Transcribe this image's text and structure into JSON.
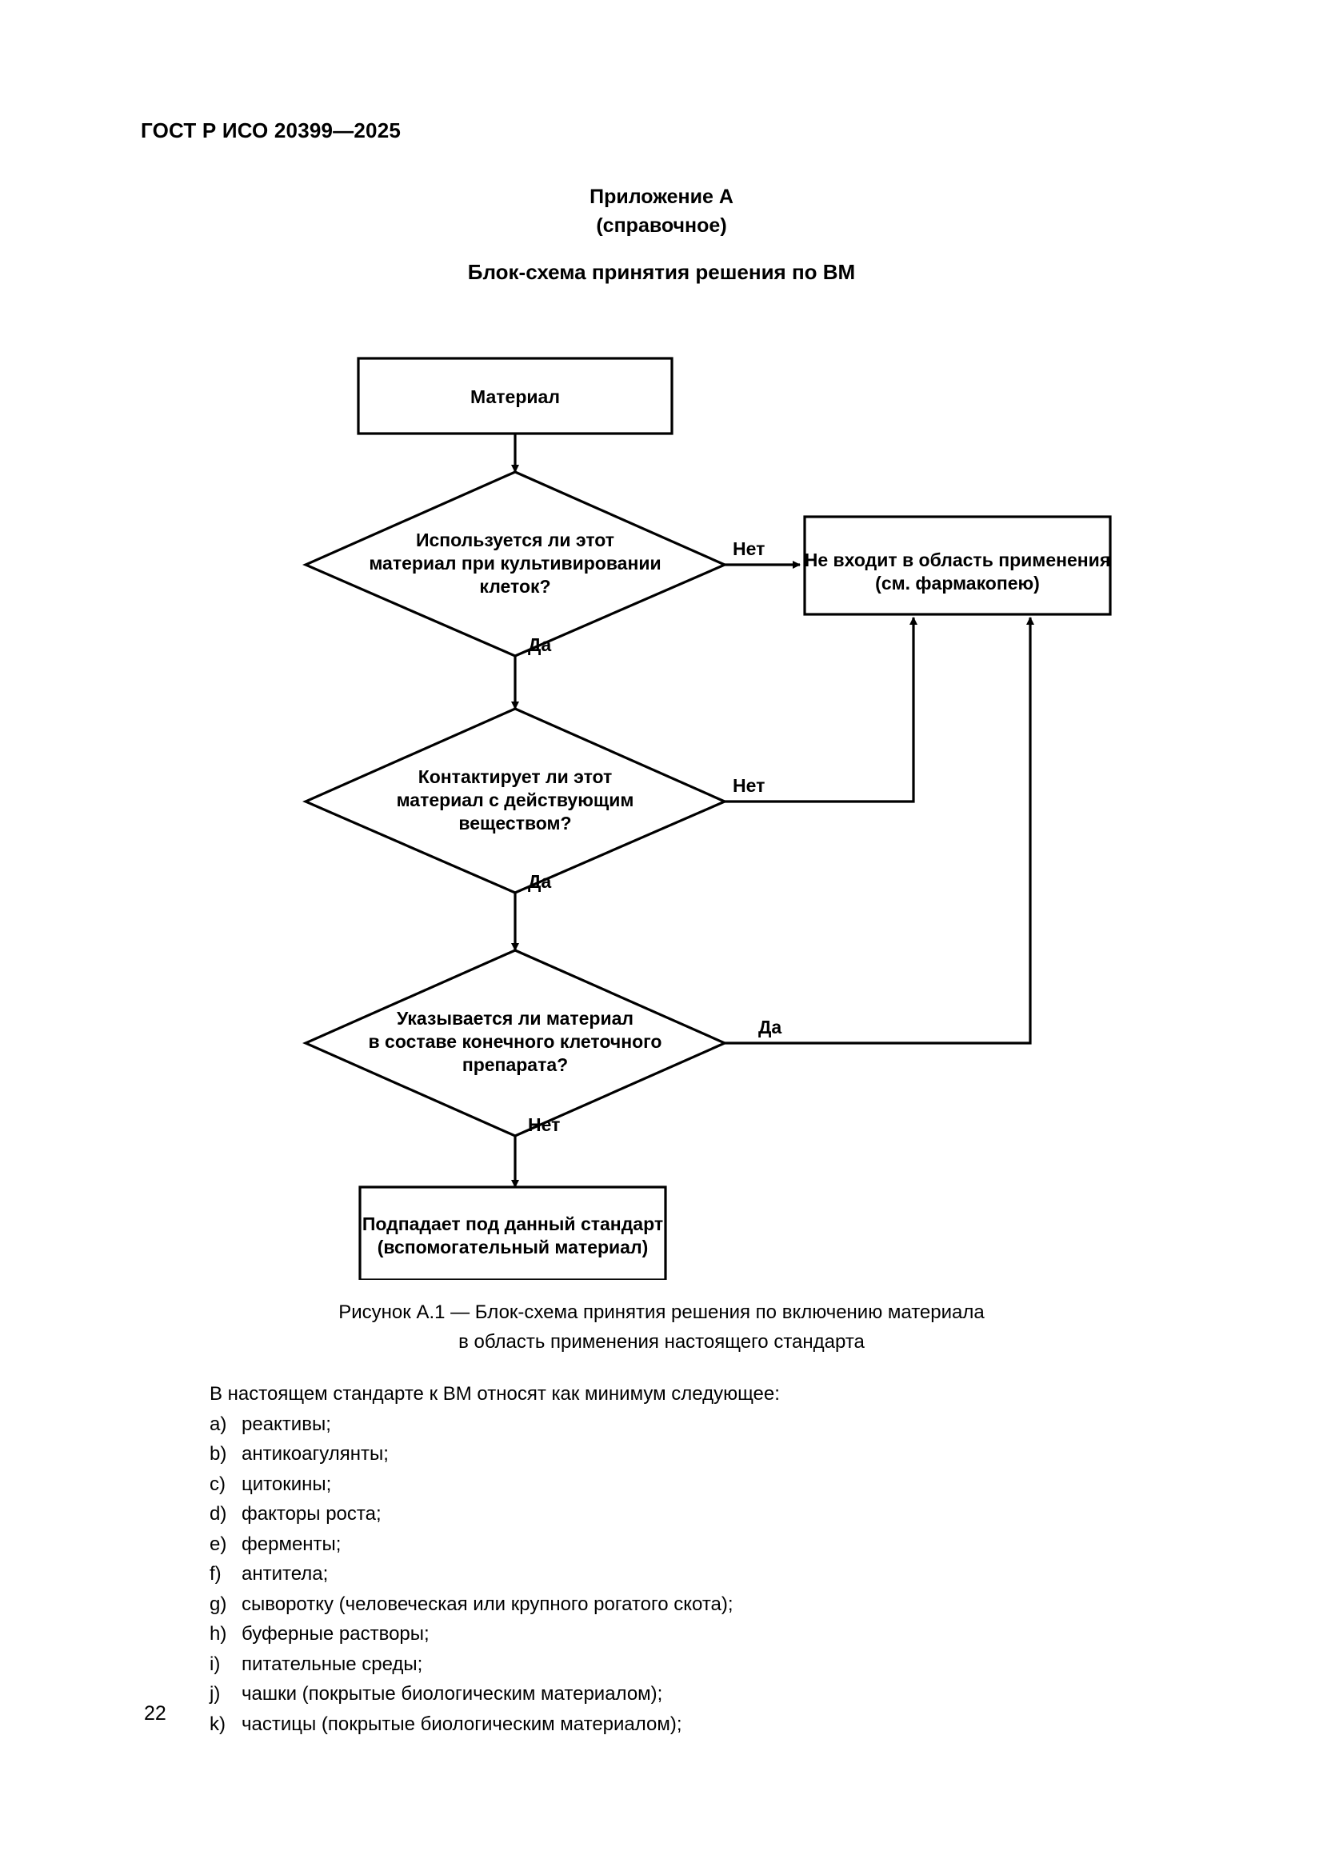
{
  "document": {
    "running_head": "ГОСТ Р ИСО 20399—2025",
    "page_number": "22"
  },
  "annex": {
    "title": "Приложение А",
    "subtitle": "(справочное)",
    "heading": "Блок-схема принятия решения по ВМ"
  },
  "flowchart": {
    "nodes": {
      "start": {
        "label": "Материал",
        "lines": [
          "Материал"
        ]
      },
      "decision1": {
        "lines": [
          "Используется ли этот",
          "материал при культивировании",
          "клеток?"
        ]
      },
      "decision2": {
        "lines": [
          "Контактирует ли этот",
          "материал с действующим",
          "веществом?"
        ]
      },
      "decision3": {
        "lines": [
          "Указывается ли материал",
          "в составе конечного клеточного",
          "препарата?"
        ]
      },
      "out_of_scope": {
        "lines": [
          "Не входит в область применения",
          "(см. фармакопею)"
        ]
      },
      "in_scope": {
        "lines": [
          "Подпадает под данный стандарт",
          "(вспомогательный материал)"
        ]
      }
    },
    "edge_labels": {
      "d1_no": "Нет",
      "d1_yes": "Да",
      "d2_no": "Нет",
      "d2_yes": "Да",
      "d3_yes": "Да",
      "d3_no": "Нет"
    }
  },
  "figure": {
    "caption_line1": "Рисунок А.1 — Блок-схема принятия решения по включению материала",
    "caption_line2": "в область применения настоящего стандарта"
  },
  "body": {
    "intro": "В настоящем стандарте к ВМ относят как минимум следующее:",
    "items": [
      {
        "marker": "a)",
        "text": "реактивы;"
      },
      {
        "marker": "b)",
        "text": "антикоагулянты;"
      },
      {
        "marker": "c)",
        "text": "цитокины;"
      },
      {
        "marker": "d)",
        "text": "факторы роста;"
      },
      {
        "marker": "e)",
        "text": "ферменты;"
      },
      {
        "marker": "f)",
        "text": "антитела;"
      },
      {
        "marker": "g)",
        "text": "сыворотку (человеческая или крупного рогатого скота);"
      },
      {
        "marker": "h)",
        "text": "буферные растворы;"
      },
      {
        "marker": "i)",
        "text": "питательные среды;"
      },
      {
        "marker": "j)",
        "text": "чашки (покрытые биологическим материалом);"
      },
      {
        "marker": "k)",
        "text": "частицы (покрытые биологическим материалом);"
      }
    ]
  }
}
